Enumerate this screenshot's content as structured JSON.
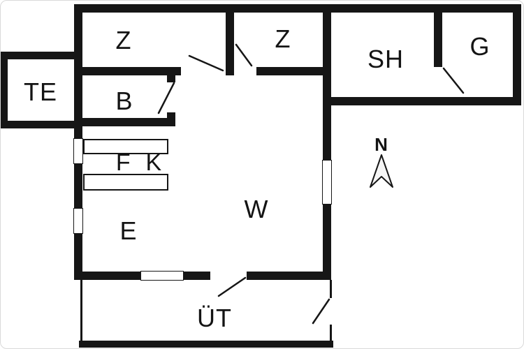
{
  "floorplan": {
    "title": "house-floor-plan",
    "rooms": [
      {
        "id": "z1",
        "label": "Z"
      },
      {
        "id": "z2",
        "label": "Z"
      },
      {
        "id": "sh",
        "label": "SH"
      },
      {
        "id": "g",
        "label": "G"
      },
      {
        "id": "te",
        "label": "TE"
      },
      {
        "id": "b",
        "label": "B"
      },
      {
        "id": "fk",
        "label": "F  K"
      },
      {
        "id": "w",
        "label": "W"
      },
      {
        "id": "e",
        "label": "E"
      },
      {
        "id": "ut",
        "label": "ÜT"
      }
    ],
    "compass": {
      "label": "N"
    },
    "colors": {
      "wall": "#161616",
      "background": "#ffffff"
    }
  }
}
